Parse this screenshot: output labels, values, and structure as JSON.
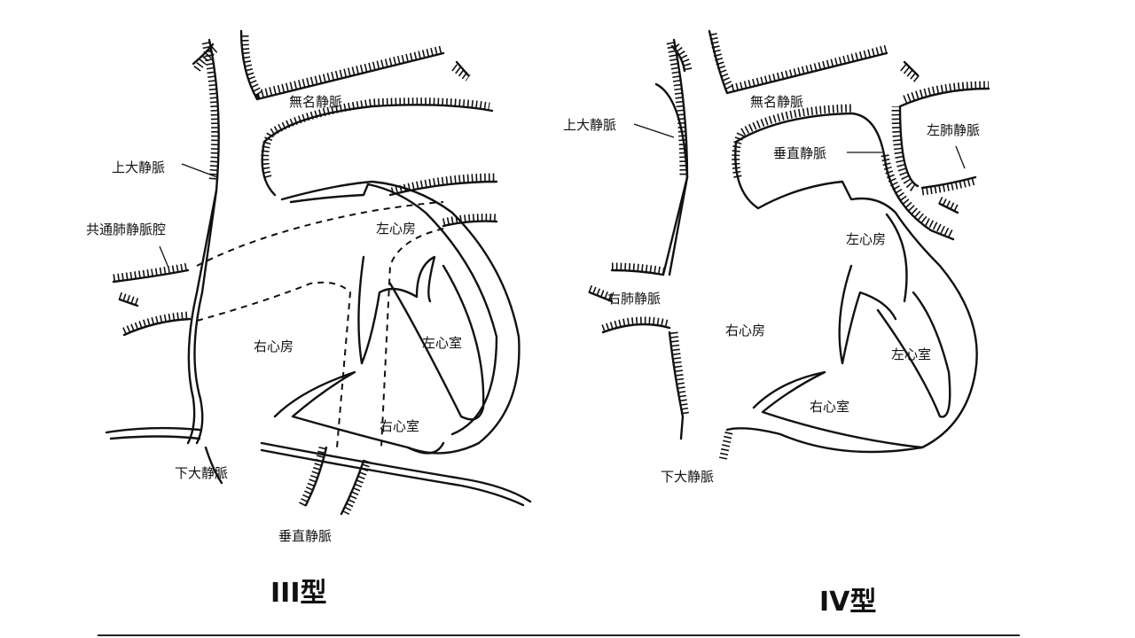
{
  "type3": {
    "title": "III型",
    "labels": {
      "innominate_vein": "無名静脈",
      "svc": "上大静脈",
      "common_pv_chamber": "共通肺静脈腔",
      "left_atrium": "左心房",
      "left_ventricle": "左心室",
      "right_atrium": "右心房",
      "right_ventricle": "右心室",
      "ivc": "下大静脈",
      "vertical_vein": "垂直静脈"
    }
  },
  "type4": {
    "title": "IV型",
    "labels": {
      "innominate_vein": "無名静脈",
      "svc": "上大静脈",
      "vertical_vein": "垂直静脈",
      "left_pulmonary_vein": "左肺静脈",
      "left_atrium": "左心房",
      "right_pulmonary_vein": "右肺静脈",
      "right_atrium": "右心房",
      "left_ventricle": "左心室",
      "right_ventricle": "右心室",
      "ivc": "下大静脈"
    }
  }
}
